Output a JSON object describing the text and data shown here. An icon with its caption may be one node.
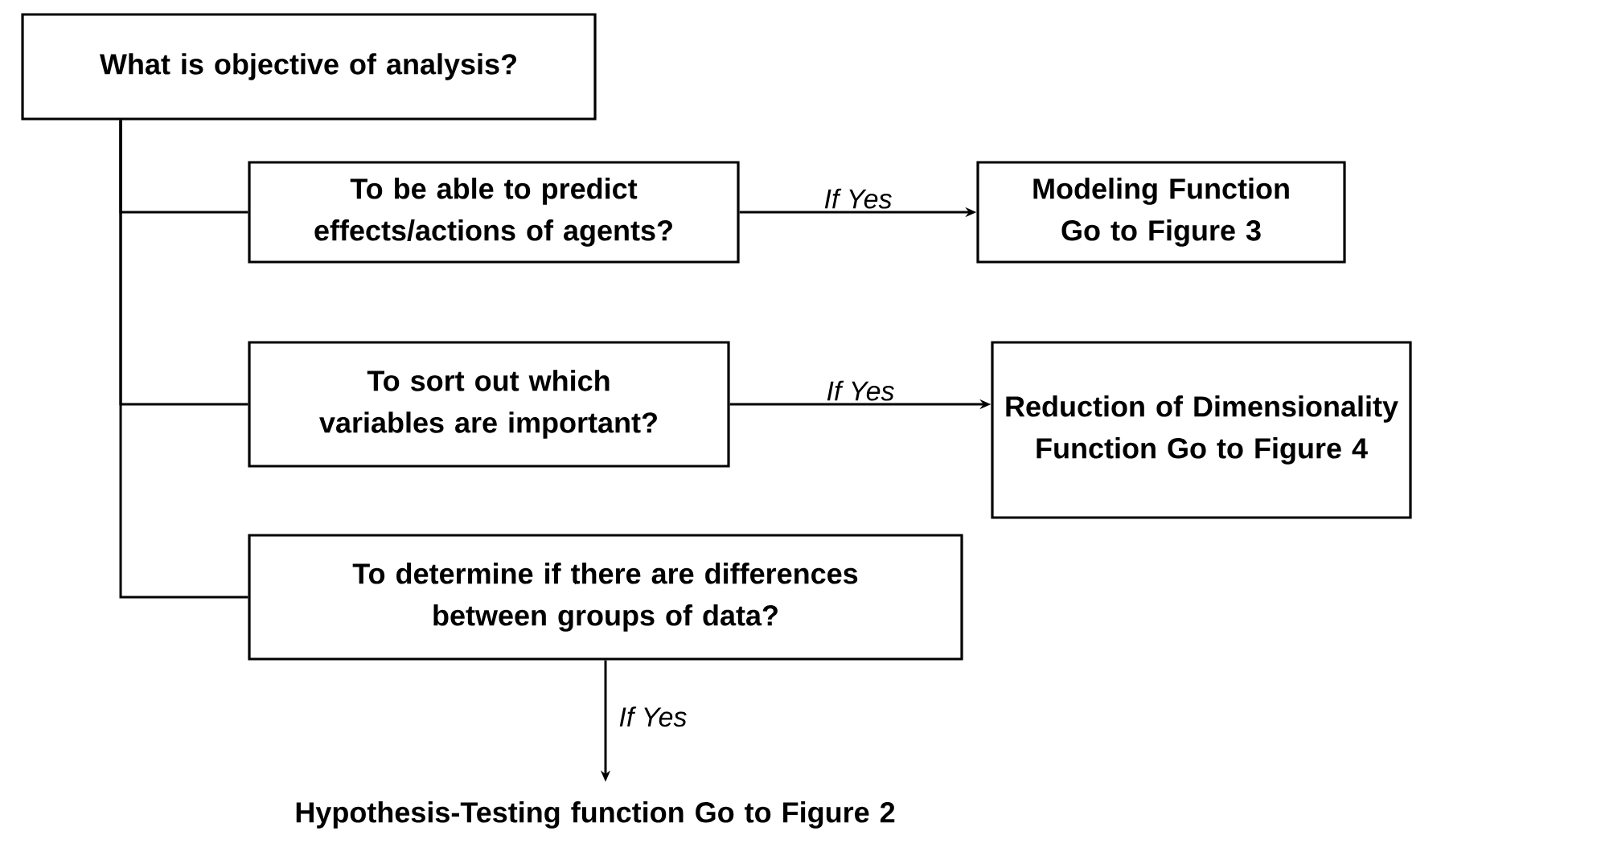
{
  "diagram": {
    "nodes": [
      {
        "text": [
          "What is objective of analysis?"
        ]
      },
      {
        "text": [
          "To be able to predict effects/actions of agents?"
        ]
      },
      {
        "text": [
          "Modeling Function Go to Figure 3"
        ]
      },
      {
        "text": [
          "To sort out which variables are important?"
        ]
      },
      {
        "text": [
          "Reduction of Dimensionality Function Go to Figure 4"
        ]
      },
      {
        "text": [
          "To determine if there are differences between groups of data?"
        ]
      },
      {
        "text": [
          "Hypothesis-Testing function Go to Figure 2"
        ]
      }
    ],
    "edges": [
      {
        "from": 0,
        "to": 1,
        "arrow": "none"
      },
      {
        "from": 0,
        "to": 3,
        "arrow": "none"
      },
      {
        "from": 0,
        "to": 5,
        "arrow": "none"
      },
      {
        "from": 1,
        "to": 2,
        "arrow": "to",
        "label": "If Yes"
      },
      {
        "from": 3,
        "to": 4,
        "arrow": "to",
        "label": "If Yes"
      },
      {
        "from": 5,
        "to": 6,
        "arrow": "to",
        "label": "If Yes"
      }
    ]
  }
}
